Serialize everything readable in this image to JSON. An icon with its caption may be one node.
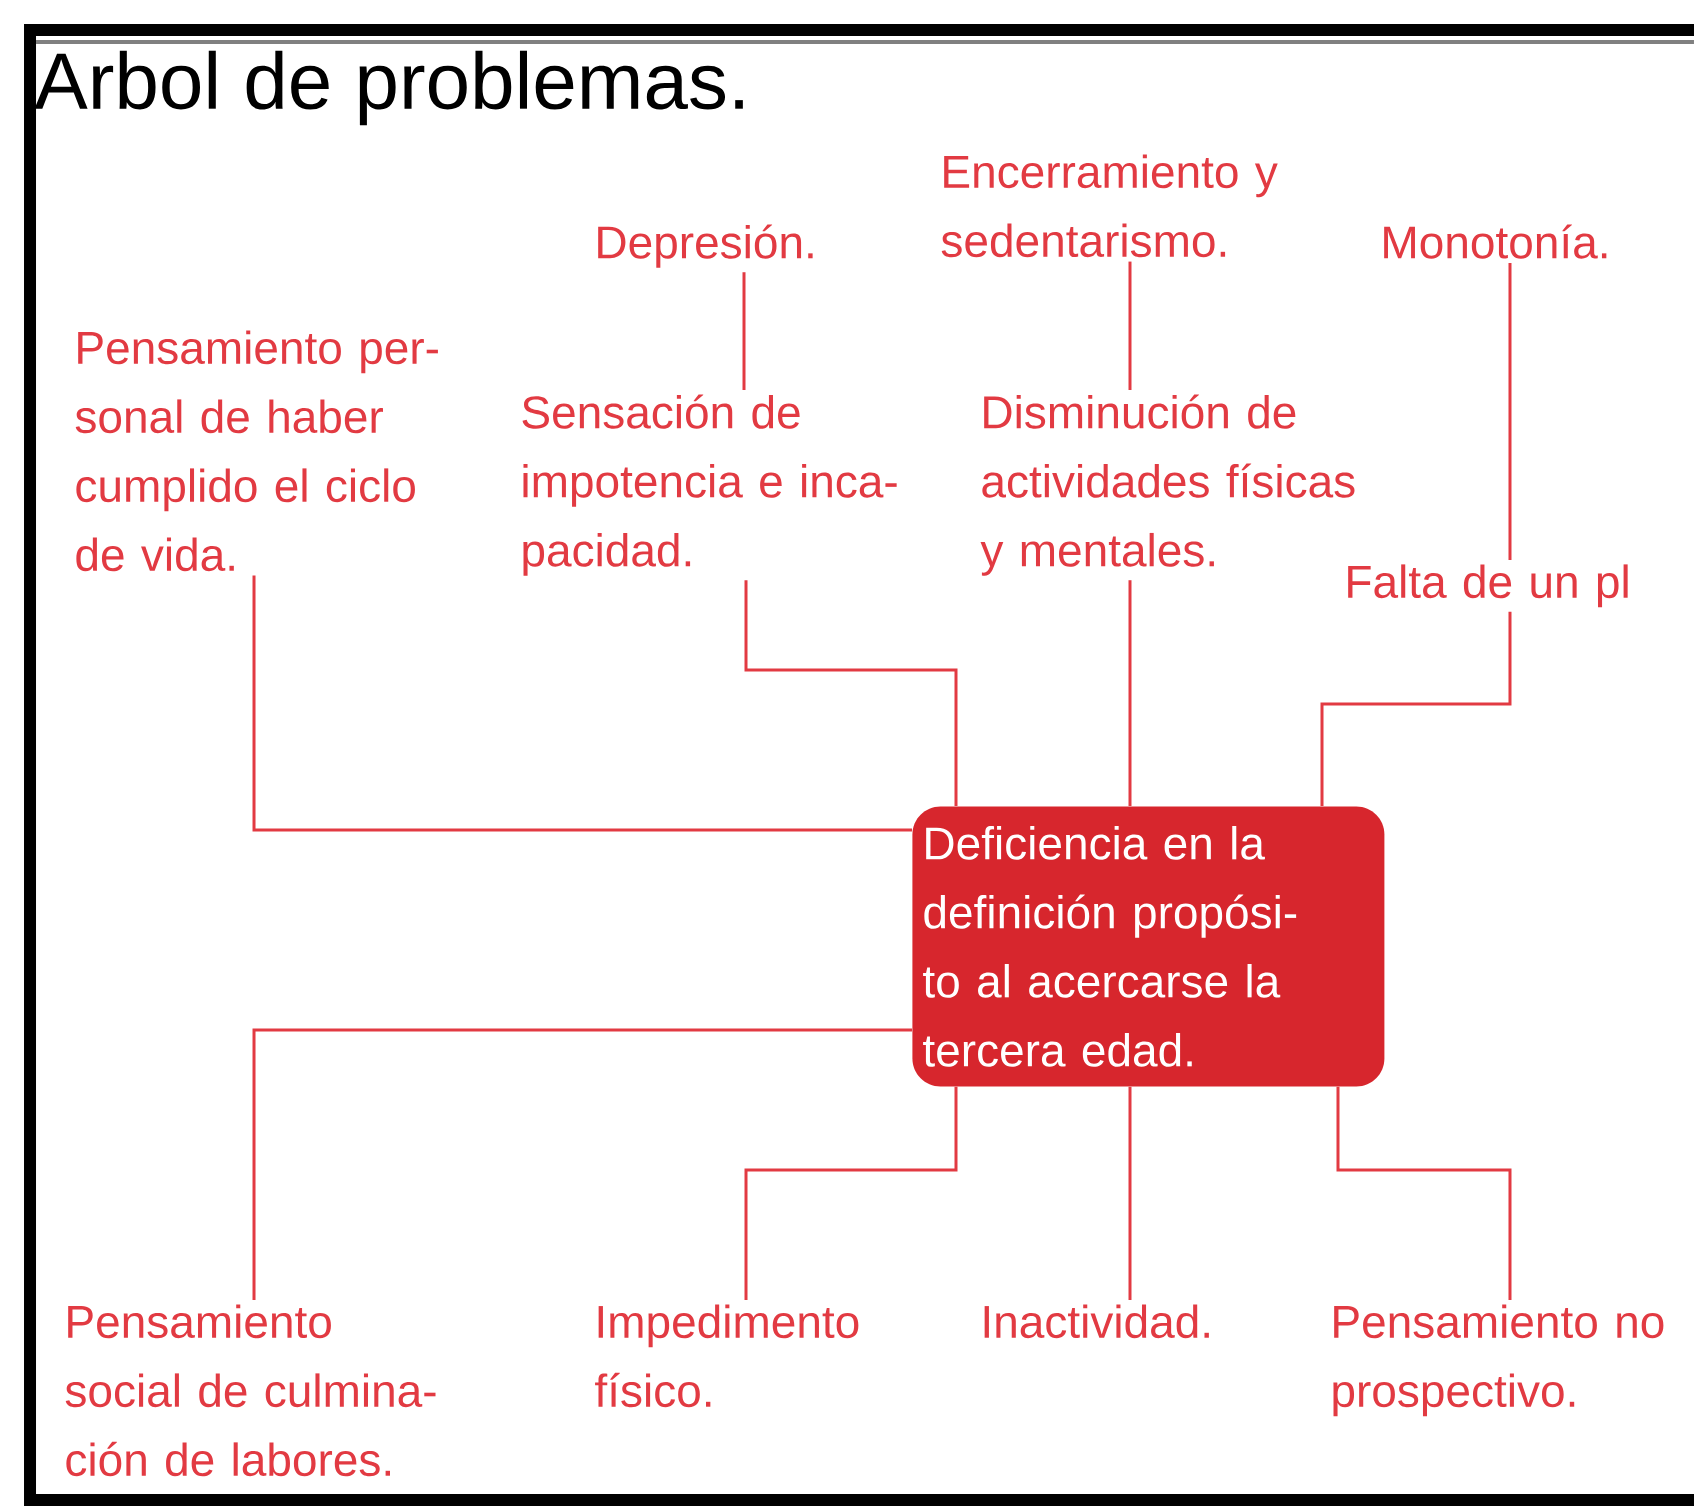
{
  "diagram": {
    "title": "Arbol de problemas.",
    "nodes": [
      {
        "text": [
          "Depresión."
        ]
      },
      {
        "text": [
          "Encerramiento y sedentarismo."
        ]
      },
      {
        "text": [
          "Monotonía."
        ]
      },
      {
        "text": [
          "Pensamiento per- sonal de haber cumplido el ciclo de vida."
        ]
      },
      {
        "text": [
          "Sensación de impotencia e inca- pacidad."
        ]
      },
      {
        "text": [
          "Disminución de actividades físicas y mentales."
        ]
      },
      {
        "text": [
          "Falta de un pl"
        ]
      },
      {
        "text": [
          "Deficiencia en la definición propósi- to al acercarse la tercera edad."
        ]
      },
      {
        "text": [
          "Pensamiento social de culmina- ción de labores."
        ]
      },
      {
        "text": [
          "Impedimento físico."
        ]
      },
      {
        "text": [
          "Inactividad."
        ]
      },
      {
        "text": [
          "Pensamiento no prospectivo."
        ]
      }
    ],
    "edges": [
      {
        "from": 0,
        "to": 4,
        "arrow": "none"
      },
      {
        "from": 1,
        "to": 5,
        "arrow": "none"
      },
      {
        "from": 2,
        "to": 6,
        "arrow": "none"
      },
      {
        "from": 3,
        "to": 7,
        "arrow": "none"
      },
      {
        "from": 4,
        "to": 7,
        "arrow": "none"
      },
      {
        "from": 5,
        "to": 7,
        "arrow": "none"
      },
      {
        "from": 6,
        "to": 7,
        "arrow": "none"
      },
      {
        "from": 7,
        "to": 8,
        "arrow": "none"
      },
      {
        "from": 7,
        "to": 9,
        "arrow": "none"
      },
      {
        "from": 7,
        "to": 10,
        "arrow": "none"
      },
      {
        "from": 7,
        "to": 11,
        "arrow": "none"
      }
    ]
  }
}
